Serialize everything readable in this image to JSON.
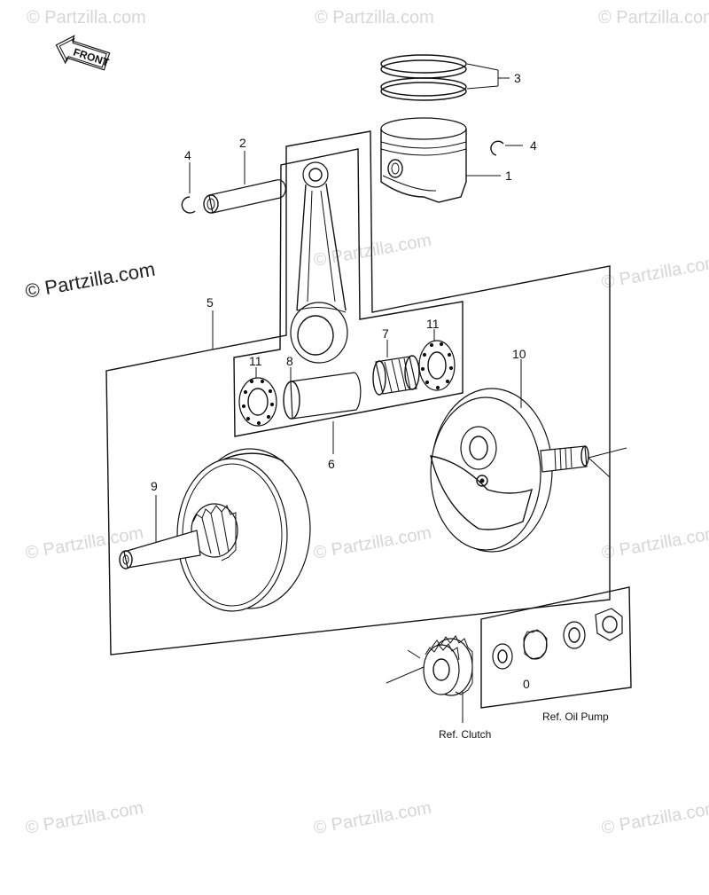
{
  "watermarks": {
    "main": "© Partzilla.com",
    "faint": "© Partzilla.com"
  },
  "front_label": "FRONT",
  "callouts": {
    "c1": "1",
    "c2": "2",
    "c3": "3",
    "c4a": "4",
    "c4b": "4",
    "c5": "5",
    "c6": "6",
    "c7": "7",
    "c8": "8",
    "c9": "9",
    "c10": "10",
    "c11a": "11",
    "c11b": "11",
    "c0": "0"
  },
  "refs": {
    "oil_pump": "Ref. Oil Pump",
    "clutch": "Ref. Clutch"
  },
  "colors": {
    "line": "#111111",
    "watermark": "#d6d6d6",
    "background": "#ffffff"
  }
}
